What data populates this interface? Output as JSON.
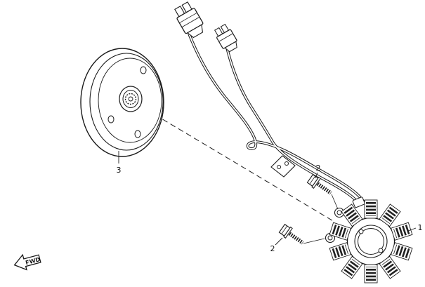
{
  "diagram": {
    "description": "exploded-parts-diagram-magneto-generator",
    "background_color": "#ffffff",
    "line_color": "#1a1a1a",
    "callouts": [
      {
        "number": "3",
        "part": "flywheel-rotor"
      },
      {
        "number": "2",
        "part": "stator-bolt-upper"
      },
      {
        "number": "2",
        "part": "stator-bolt-lower"
      },
      {
        "number": "1",
        "part": "stator-assembly"
      }
    ],
    "direction_indicator": {
      "label": "FWD"
    }
  }
}
